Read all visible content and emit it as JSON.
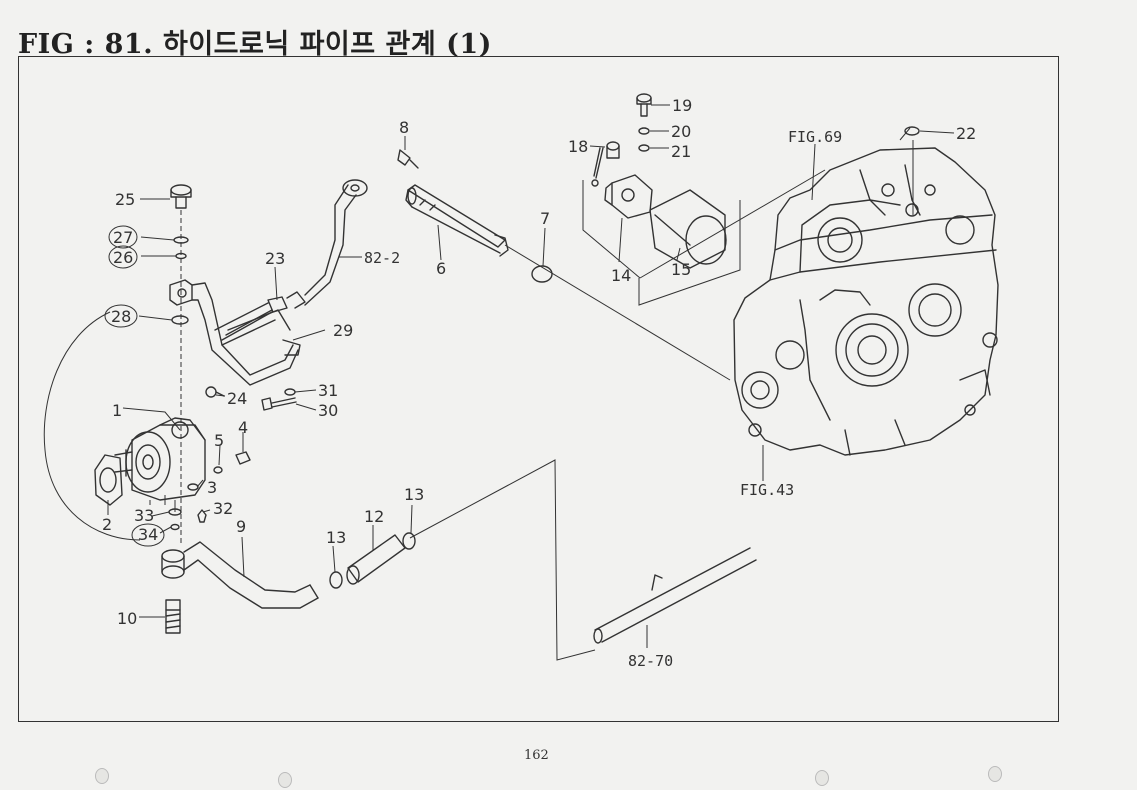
{
  "title": "FIG : 81.  하이드로닉 파이프 관계 (1)",
  "page_number": "162",
  "refs": {
    "fig69": "FIG.69",
    "fig43": "FIG.43",
    "r82_2": "82-2",
    "r82_70": "82-70"
  },
  "callouts": {
    "p1": "1",
    "p2": "2",
    "p3": "3",
    "p4": "4",
    "p5": "5",
    "p6": "6",
    "p7": "7",
    "p8": "8",
    "p9": "9",
    "p10": "10",
    "p12": "12",
    "p13a": "13",
    "p13b": "13",
    "p14": "14",
    "p15": "15",
    "p18": "18",
    "p19": "19",
    "p20": "20",
    "p21": "21",
    "p22": "22",
    "p23": "23",
    "p24": "24",
    "p25": "25",
    "p26": "26",
    "p27": "27",
    "p28": "28",
    "p29": "29",
    "p30": "30",
    "p31": "31",
    "p32": "32",
    "p33": "33",
    "p34": "34"
  }
}
